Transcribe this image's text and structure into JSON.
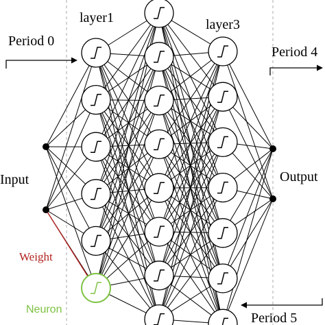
{
  "labels": {
    "layer1": "layer1",
    "layer3": "layer3",
    "period0": "Period 0",
    "period4": "Period 4",
    "period5": "Period 5",
    "input": "Input",
    "output": "Output",
    "weight": "Weight",
    "neuron": "Neuron"
  },
  "network": {
    "input_nodes": 2,
    "layers": [
      {
        "neurons": 6
      },
      {
        "neurons": 8
      },
      {
        "neurons": 7
      }
    ],
    "output_nodes": 2
  },
  "colors": {
    "line": "#000000",
    "neuron_highlight": "#7dc242",
    "weight_highlight": "#b2231f",
    "dashed_separator": "#aaaaaa"
  }
}
